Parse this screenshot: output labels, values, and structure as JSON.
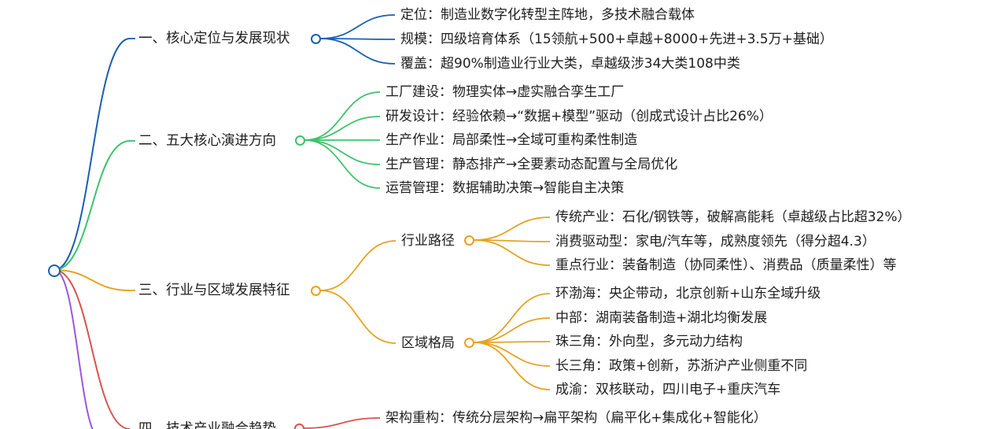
{
  "colors": {
    "blue": "#1a5fb4",
    "green": "#3cc36a",
    "orange": "#e5a321",
    "red": "#d9534f",
    "purple": "#9b59d6"
  },
  "branches": [
    {
      "label": "一、核心定位与发展现状",
      "color": "blue",
      "children": [
        {
          "label": "定位：制造业数字化转型主阵地，多技术融合载体"
        },
        {
          "label": "规模：四级培育体系（15领航+500+卓越+8000+先进+3.5万+基础）"
        },
        {
          "label": "覆盖：超90%制造业行业大类，卓越级涉34大类108中类"
        }
      ]
    },
    {
      "label": "二、五大核心演进方向",
      "color": "green",
      "children": [
        {
          "label": "工厂建设：物理实体→虚实融合孪生工厂"
        },
        {
          "label": "研发设计：经验依赖→“数据+模型”驱动（创成式设计占比26%）"
        },
        {
          "label": "生产作业：局部柔性→全域可重构柔性制造"
        },
        {
          "label": "生产管理：静态排产→全要素动态配置与全局优化"
        },
        {
          "label": "运营管理：数据辅助决策→智能自主决策"
        }
      ]
    },
    {
      "label": "三、行业与区域发展特征",
      "color": "orange",
      "children": [
        {
          "label": "行业路径",
          "children": [
            {
              "label": "传统产业：石化/钢铁等，破解高能耗（卓越级占比超32%）"
            },
            {
              "label": "消费驱动型：家电/汽车等，成熟度领先（得分超4.3）"
            },
            {
              "label": "重点行业：装备制造（协同柔性）、消费品（质量柔性）等"
            }
          ]
        },
        {
          "label": "区域格局",
          "children": [
            {
              "label": "环渤海：央企带动，北京创新+山东全域升级"
            },
            {
              "label": "中部：湖南装备制造+湖北均衡发展"
            },
            {
              "label": "珠三角：外向型，多元动力结构"
            },
            {
              "label": "长三角：政策+创新，苏浙沪产业侧重不同"
            },
            {
              "label": "成渝：双核联动，四川电子+重庆汽车"
            }
          ]
        }
      ]
    },
    {
      "label": "四、技术产业融合趋势",
      "color": "red",
      "children": [
        {
          "label": "架构重构：传统分层架构→扁平架构（扁平化+集成化+智能化）"
        }
      ]
    },
    {
      "label": "",
      "color": "purple",
      "children": []
    }
  ]
}
